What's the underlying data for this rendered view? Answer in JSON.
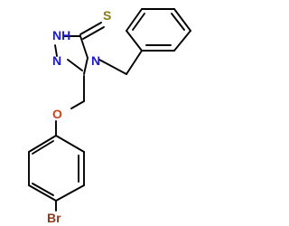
{
  "atoms": {
    "S": "S",
    "NH": "NH",
    "H": "H",
    "N": "N",
    "N_ring": "N",
    "N4": "N",
    "O": "O",
    "Br": "Br"
  },
  "colors": {
    "carbon_bond": "#000000",
    "nitrogen": "#1a1ad2",
    "oxygen": "#c8441c",
    "sulfur": "#8a7a15",
    "bromine": "#8a3a1e",
    "background": "#ffffff"
  }
}
